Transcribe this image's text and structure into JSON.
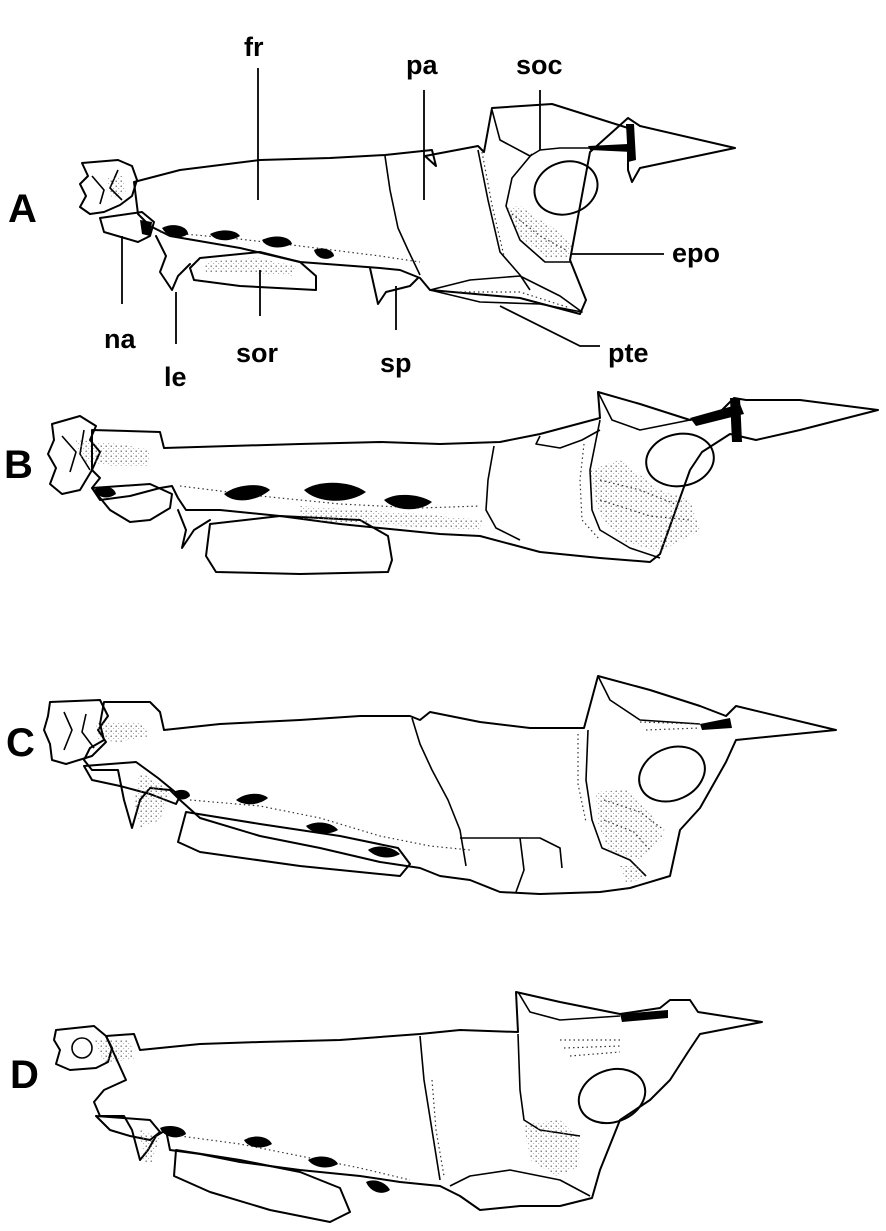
{
  "panels": {
    "a": "A",
    "b": "B",
    "c": "C",
    "d": "D"
  },
  "labels": {
    "fr": "fr",
    "pa": "pa",
    "soc": "soc",
    "epo": "epo",
    "pte": "pte",
    "na": "na",
    "le": "le",
    "sor": "sor",
    "sp": "sp"
  }
}
